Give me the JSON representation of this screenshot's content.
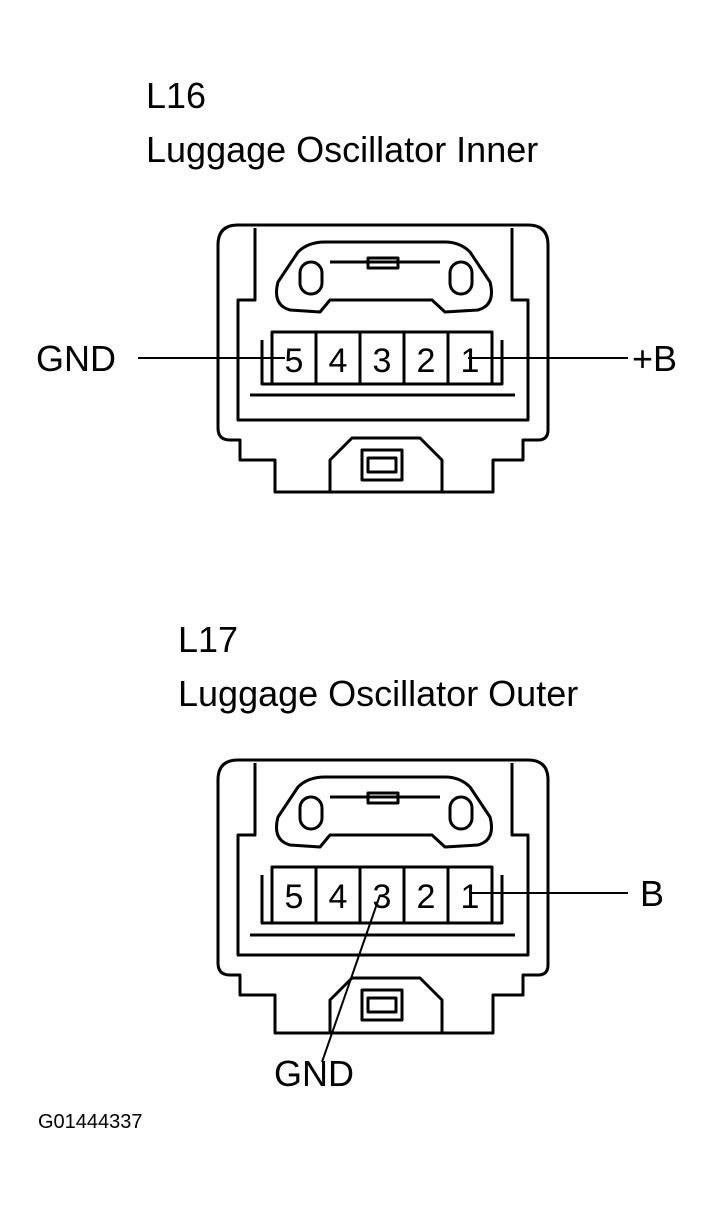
{
  "connectors": [
    {
      "code": "L16",
      "name": "Luggage Oscillator Inner",
      "pins": [
        "5",
        "4",
        "3",
        "2",
        "1"
      ],
      "left_label": "GND",
      "right_label": "+B"
    },
    {
      "code": "L17",
      "name": "Luggage Oscillator Outer",
      "pins": [
        "5",
        "4",
        "3",
        "2",
        "1"
      ],
      "right_label": "B",
      "bottom_label": "GND"
    }
  ],
  "figure_id": "G01444337"
}
